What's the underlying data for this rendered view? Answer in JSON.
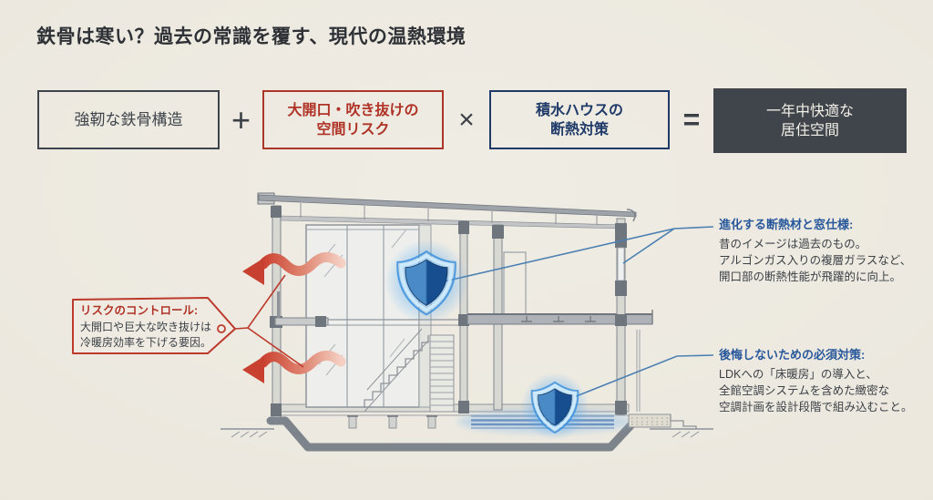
{
  "page": {
    "title": "鉄骨は寒い？過去の常識を覆す、現代の温熱環境"
  },
  "formula": {
    "steel": {
      "label": "強靭な鉄骨構造"
    },
    "plus": "+",
    "risk": {
      "line1": "大開口・吹き抜けの",
      "line2": "空間リスク"
    },
    "times": "×",
    "insulation": {
      "line1": "積水ハウスの",
      "line2": "断熱対策"
    },
    "equals": "=",
    "result": {
      "line1": "一年中快適な",
      "line2": "居住空間"
    }
  },
  "callouts": {
    "risk_control": {
      "title": "リスクのコントロール:",
      "lines": [
        "大開口や巨大な吹き抜けは",
        "冷暖房効率を下げる要因。"
      ]
    },
    "insulation_windows": {
      "title": "進化する断熱材と窓仕様:",
      "lines": [
        "昔のイメージは過去のもの。",
        "アルゴンガス入りの複層ガラスなど、",
        "開口部の断熱性能が飛躍的に向上。"
      ]
    },
    "hvac_plan": {
      "title": "後悔しないための必須対策:",
      "lines": [
        "LDKへの「床暖房」の導入と、",
        "全館空調システムを含めた緻密な",
        "空調計画を設計段階で組み込むこと。"
      ]
    }
  },
  "icons": {
    "shield_upper": "shield-icon",
    "shield_lower": "shield-icon"
  },
  "colors": {
    "background": "#ece9e0",
    "title_text": "#2e3136",
    "box_outline_dark": "#3e444b",
    "accent_red": "#b03327",
    "accent_navy": "#1f3a68",
    "result_box_bg": "#40454c",
    "result_box_text": "#f2f0e7",
    "callout_blue": "#28589b",
    "shield_blue": "#1c569a",
    "shield_glow": "#54aaf2",
    "heat_arrow_red": "#cc4231",
    "connector_blue": "#4b80b2",
    "drawing_gray": "#8f949a"
  }
}
